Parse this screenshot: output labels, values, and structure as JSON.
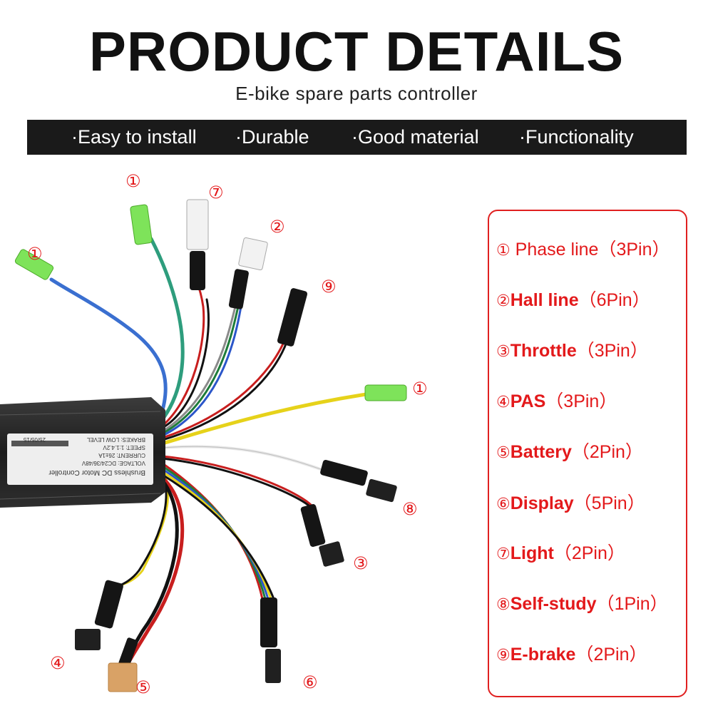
{
  "header": {
    "title": "PRODUCT DETAILS",
    "subtitle": "E-bike spare parts controller"
  },
  "features": [
    "·Easy to install",
    "·Durable",
    "·Good material",
    "·Functionality"
  ],
  "controller_label": {
    "title": "Brushless DC Motor Controller",
    "lines": [
      "VOLTAGE: DC24/36/48V",
      "CURRENT: 26±1A",
      "SPEET: 1:1.4.2V",
      "BRAKES: LOW LEVEL"
    ],
    "code": "25/05/15"
  },
  "callouts": {
    "phase_a": "①",
    "phase_b": "①",
    "phase_c": "①",
    "hall": "②",
    "throttle": "③",
    "pas": "④",
    "battery": "⑤",
    "display": "⑥",
    "light": "⑦",
    "self_study": "⑧",
    "ebrake": "⑨"
  },
  "legend": [
    {
      "num": "①",
      "name": " Phase line",
      "pins": "（3Pin）"
    },
    {
      "num": "②",
      "name": "Hall line",
      "pins": "（6Pin）"
    },
    {
      "num": "③",
      "name": "Throttle",
      "pins": "（3Pin）"
    },
    {
      "num": "④",
      "name": "PAS",
      "pins": "（3Pin）"
    },
    {
      "num": "⑤",
      "name": "Battery",
      "pins": "（2Pin）"
    },
    {
      "num": "⑥",
      "name": "Display",
      "pins": "（5Pin）"
    },
    {
      "num": "⑦",
      "name": "Light",
      "pins": "（2Pin）"
    },
    {
      "num": "⑧",
      "name": "Self-study",
      "pins": "（1Pin）"
    },
    {
      "num": "⑨",
      "name": "E-brake",
      "pins": "（2Pin）"
    }
  ],
  "colors": {
    "accent_red": "#e3191b",
    "bar_background": "#1a1a1a",
    "phase_connector": "#7ee35a"
  }
}
